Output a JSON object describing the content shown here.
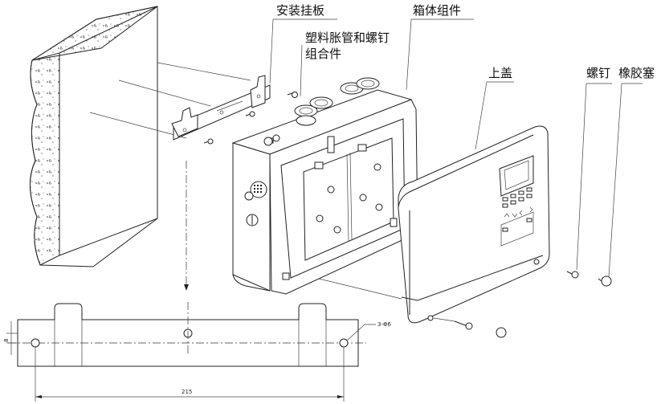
{
  "labels": {
    "mounting_plate": "安装挂板",
    "box_assembly": "箱体组件",
    "anchor_screw_combo_line1": "塑料胀管和螺钉",
    "anchor_screw_combo_line2": "组合件",
    "top_cover": "上盖",
    "screw": "螺钉",
    "rubber_plug": "橡胶塞"
  },
  "dimensions": {
    "hole_spec": "3-Φ6",
    "hole_spacing": "215",
    "edge_offset": "8"
  }
}
